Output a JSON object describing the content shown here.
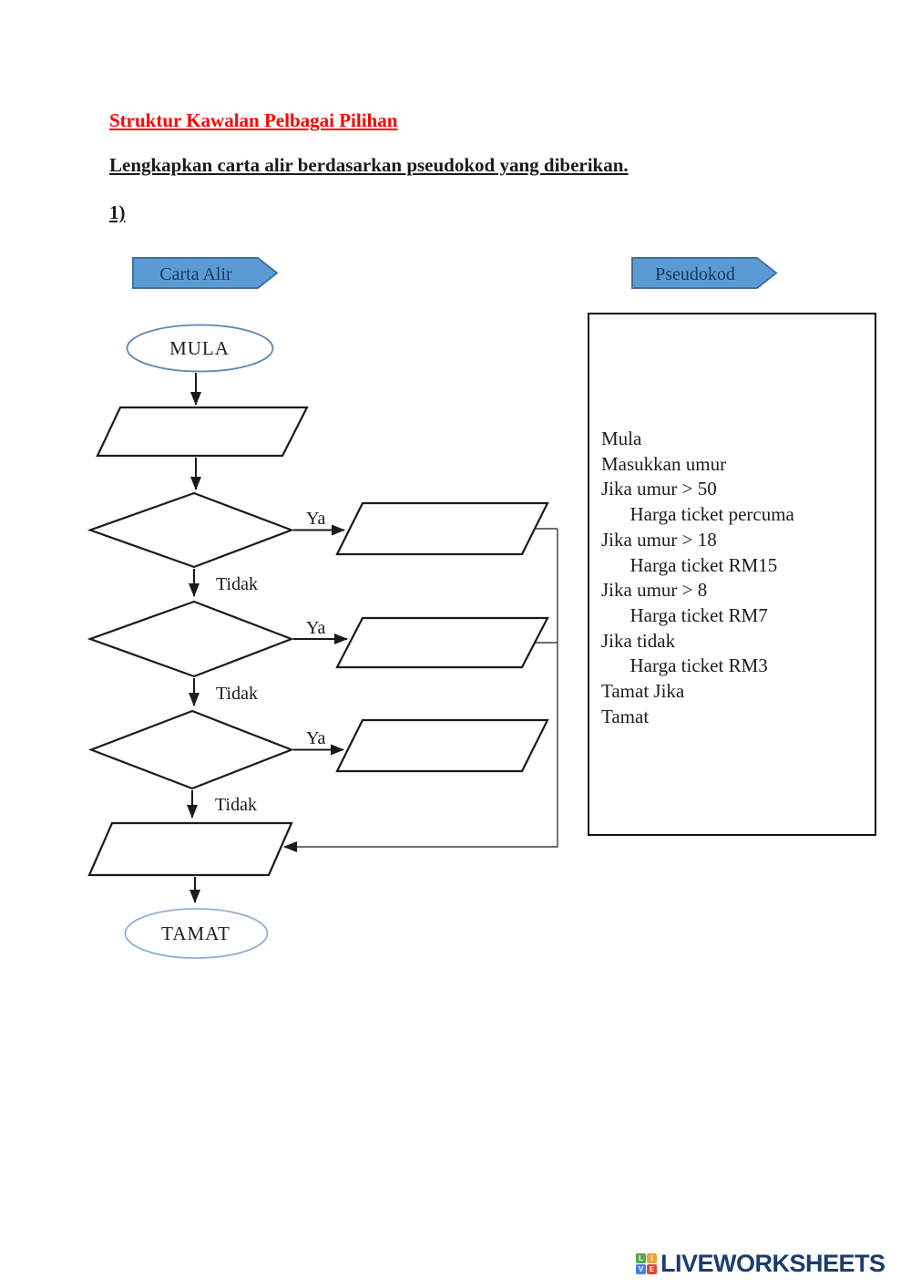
{
  "header": {
    "title": "Struktur Kawalan Pelbagai Pilihan",
    "instruction": "Lengkapkan carta alir berdasarkan pseudokod yang diberikan.",
    "question_number": "1)"
  },
  "banners": {
    "flowchart": "Carta Alir",
    "pseudocode": "Pseudokod"
  },
  "flowchart": {
    "start_label": "MULA",
    "end_label": "TAMAT",
    "branch_yes": "Ya",
    "branch_no": "Tidak"
  },
  "pseudocode": {
    "lines": [
      "Mula",
      "Masukkan umur",
      "Jika umur > 50",
      "      Harga ticket percuma",
      "Jika umur > 18",
      "      Harga ticket RM15",
      "Jika umur > 8",
      "      Harga ticket RM7",
      "Jika tidak",
      "      Harga ticket RM3",
      "Tamat Jika",
      "Tamat"
    ]
  },
  "footer": {
    "brand": "LIVEWORKSHEETS",
    "icon_letters": [
      "L",
      "I",
      "V",
      "E"
    ]
  },
  "colors": {
    "title_red": "#ff0000",
    "banner_fill": "#5b9bd5",
    "banner_border": "#41719c",
    "banner_text": "#17375e",
    "start_oval_border": "#5f86b8",
    "end_oval_border": "#93acd7",
    "brand_navy": "#1b3c6e",
    "icon_green": "#55a84f",
    "icon_orange": "#f2a33c",
    "icon_blue": "#4a7edc",
    "icon_red": "#e0442c"
  }
}
